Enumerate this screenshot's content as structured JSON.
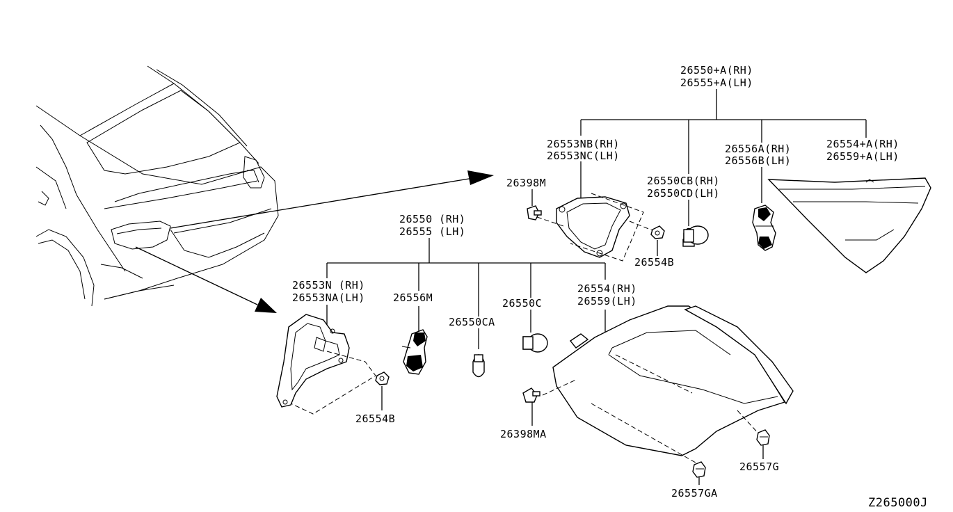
{
  "diagram_code": "Z265000J",
  "callouts": {
    "assy_upper": {
      "line1": "26550+A(RH)",
      "line2": "26555+A(LH)"
    },
    "housing_upper": {
      "line1": "26553NB(RH)",
      "line2": "26553NC(LH)"
    },
    "clip_upper": {
      "line1": "26398M"
    },
    "nut_upper": {
      "line1": "26554B"
    },
    "bulb_upper": {
      "line1": "26550CB(RH)",
      "line2": "26550CD(LH)"
    },
    "socket_upper": {
      "line1": "26556A(RH)",
      "line2": "26556B(LH)"
    },
    "lens_upper": {
      "line1": "26554+A(RH)",
      "line2": "26559+A(LH)"
    },
    "assy_lower": {
      "line1": "26550 (RH)",
      "line2": "26555 (LH)"
    },
    "housing_lower": {
      "line1": "26553N (RH)",
      "line2": "26553NA(LH)"
    },
    "socket_lower": {
      "line1": "26556M"
    },
    "bulb_lower_a": {
      "line1": "26550CA"
    },
    "bulb_lower_c": {
      "line1": "26550C"
    },
    "lens_lower": {
      "line1": "26554(RH)",
      "line2": "26559(LH)"
    },
    "nut_lower": {
      "line1": "26554B"
    },
    "clip_lower": {
      "line1": "26398MA"
    },
    "grommet_g": {
      "line1": "26557G"
    },
    "grommet_ga": {
      "line1": "26557GA"
    }
  }
}
